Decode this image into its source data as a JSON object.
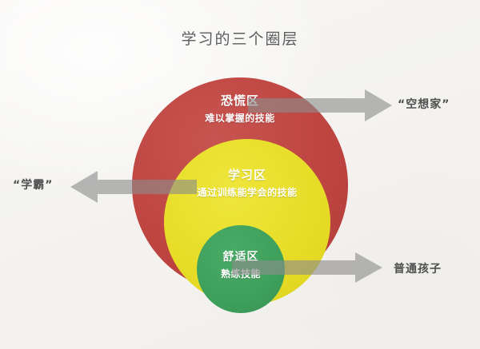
{
  "diagram": {
    "title": "学习的三个圈层",
    "background_color": "#f6f5f3",
    "title_color": "#5c5c5c"
  },
  "zones": [
    {
      "id": "panic",
      "name": "恐慌区",
      "description": "难以掌握的技能",
      "color": "#bf4541",
      "text_color": "#ffffff"
    },
    {
      "id": "learning",
      "name": "学习区",
      "description": "通过训练能学会的技能",
      "color": "#e6dc27",
      "text_color": "#ffffff"
    },
    {
      "id": "comfort",
      "name": "舒适区",
      "description": "熟练技能",
      "color": "#3ea05b",
      "text_color": "#ffffff"
    }
  ],
  "callouts": [
    {
      "id": "dreamer",
      "label": "“空想家”",
      "direction": "right",
      "from_zone": "恐慌区"
    },
    {
      "id": "top-student",
      "label": "“学霸”",
      "direction": "left",
      "from_zone": "学习区"
    },
    {
      "id": "normal-kid",
      "label": "普通孩子",
      "direction": "right",
      "from_zone": "舒适区"
    }
  ],
  "arrow_color": "#8c8c8c"
}
